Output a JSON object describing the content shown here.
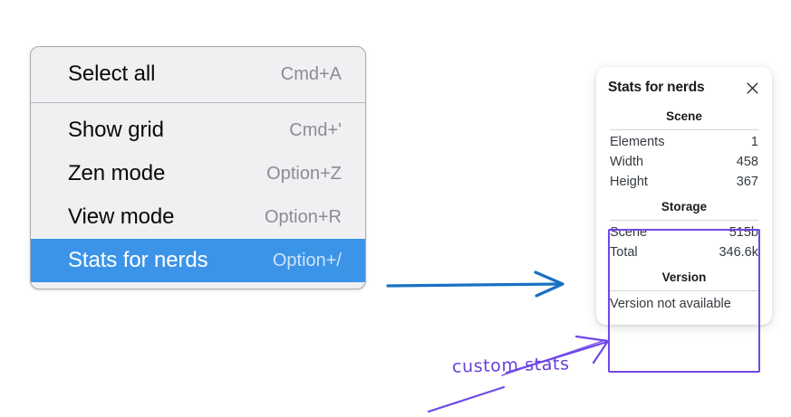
{
  "context_menu": {
    "name": "canvas-context-menu",
    "groups": [
      {
        "items": [
          {
            "label": "Select all",
            "shortcut": "Cmd+A",
            "selected": false
          }
        ]
      },
      {
        "items": [
          {
            "label": "Show grid",
            "shortcut": "Cmd+'",
            "selected": false
          },
          {
            "label": "Zen mode",
            "shortcut": "Option+Z",
            "selected": false
          },
          {
            "label": "View mode",
            "shortcut": "Option+R",
            "selected": false
          },
          {
            "label": "Stats for nerds",
            "shortcut": "Option+/",
            "selected": true
          }
        ]
      }
    ]
  },
  "stats_panel": {
    "title": "Stats for nerds",
    "close_icon": "close-icon",
    "sections": [
      {
        "heading": "Scene",
        "rows": [
          {
            "label": "Elements",
            "value": "1"
          },
          {
            "label": "Width",
            "value": "458"
          },
          {
            "label": "Height",
            "value": "367"
          }
        ]
      },
      {
        "heading": "Storage",
        "rows": [
          {
            "label": "Scene",
            "value": "515b"
          },
          {
            "label": "Total",
            "value": "346.6k"
          }
        ]
      },
      {
        "heading": "Version",
        "note": "Version not available"
      }
    ]
  },
  "annotations": {
    "label": "custom stats",
    "blue_arrow_color": "#1971c2",
    "purple_color": "#7048e8",
    "highlight_color": "#7048e8"
  },
  "colors": {
    "menu_background": "#f0f0f2",
    "menu_border": "#a9abaf",
    "selection_blue": "#3c94e8",
    "panel_background": "#ffffff",
    "text_primary": "#0a0a0a",
    "text_muted": "#8b8d91"
  }
}
